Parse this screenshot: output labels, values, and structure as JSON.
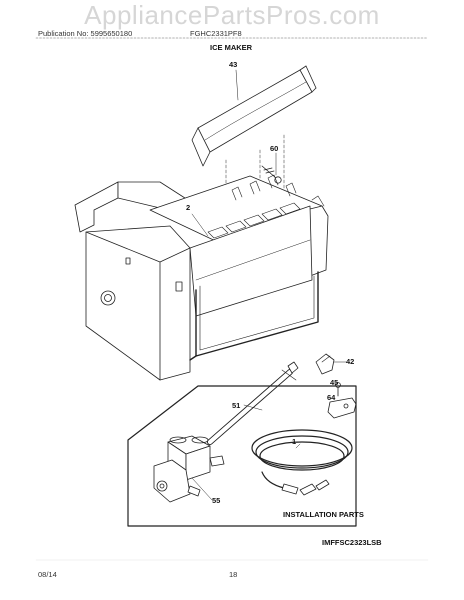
{
  "watermark": "AppliancePartsPros.com",
  "header": {
    "publication": "Publication No: 5995650180",
    "model": "FGHC2331PF8",
    "section": "ICE MAKER"
  },
  "callouts": {
    "c43": "43",
    "c60": "60",
    "c2": "2",
    "c42": "42",
    "c45": "45",
    "c64": "64",
    "c51": "51",
    "c1": "1",
    "c55": "55"
  },
  "installation_label": "INSTALLATION PARTS",
  "diagram_code": "IMFFSC2323LSB",
  "footer": {
    "date": "08/14",
    "page": "18"
  }
}
